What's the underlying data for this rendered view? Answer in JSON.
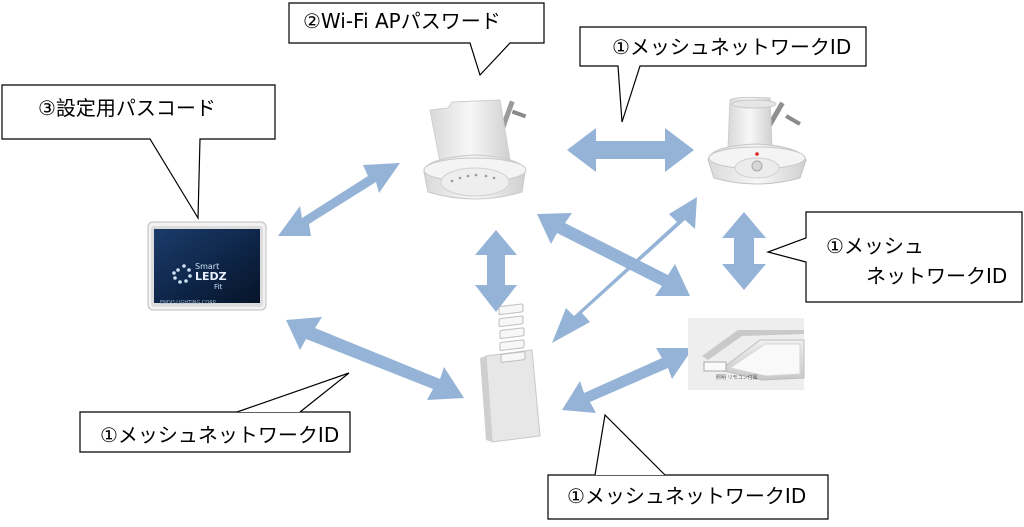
{
  "callouts": {
    "wifi_ap": "②Wi-Fi APパスワード",
    "mesh_top": "①メッシュネットワークID",
    "setup_passcode": "③設定用パスコード",
    "mesh_right_line1": "①メッシュ",
    "mesh_right_line2": "ネットワークID",
    "mesh_left": "①メッシュネットワークID",
    "mesh_bottom": "①メッシュネットワークID"
  },
  "tablet": {
    "brand_small": "Smart",
    "brand_main": "LEDZ",
    "brand_sub": "Fit",
    "maker": "ENDO LIGHTING CORP"
  },
  "devices": {
    "light_fixture_label": "照明 リモコン付属"
  },
  "colors": {
    "arrow": "#95b3d7",
    "callout_border": "#000000",
    "tablet_screen": "#0d2344"
  },
  "icons": {
    "downlight_a": "ceiling-downlight-icon",
    "downlight_b": "ceiling-sensor-light-icon",
    "tablet": "tablet-controller-icon",
    "switch": "wall-keypad-switch-icon",
    "fixture": "linear-light-fixture-icon"
  }
}
